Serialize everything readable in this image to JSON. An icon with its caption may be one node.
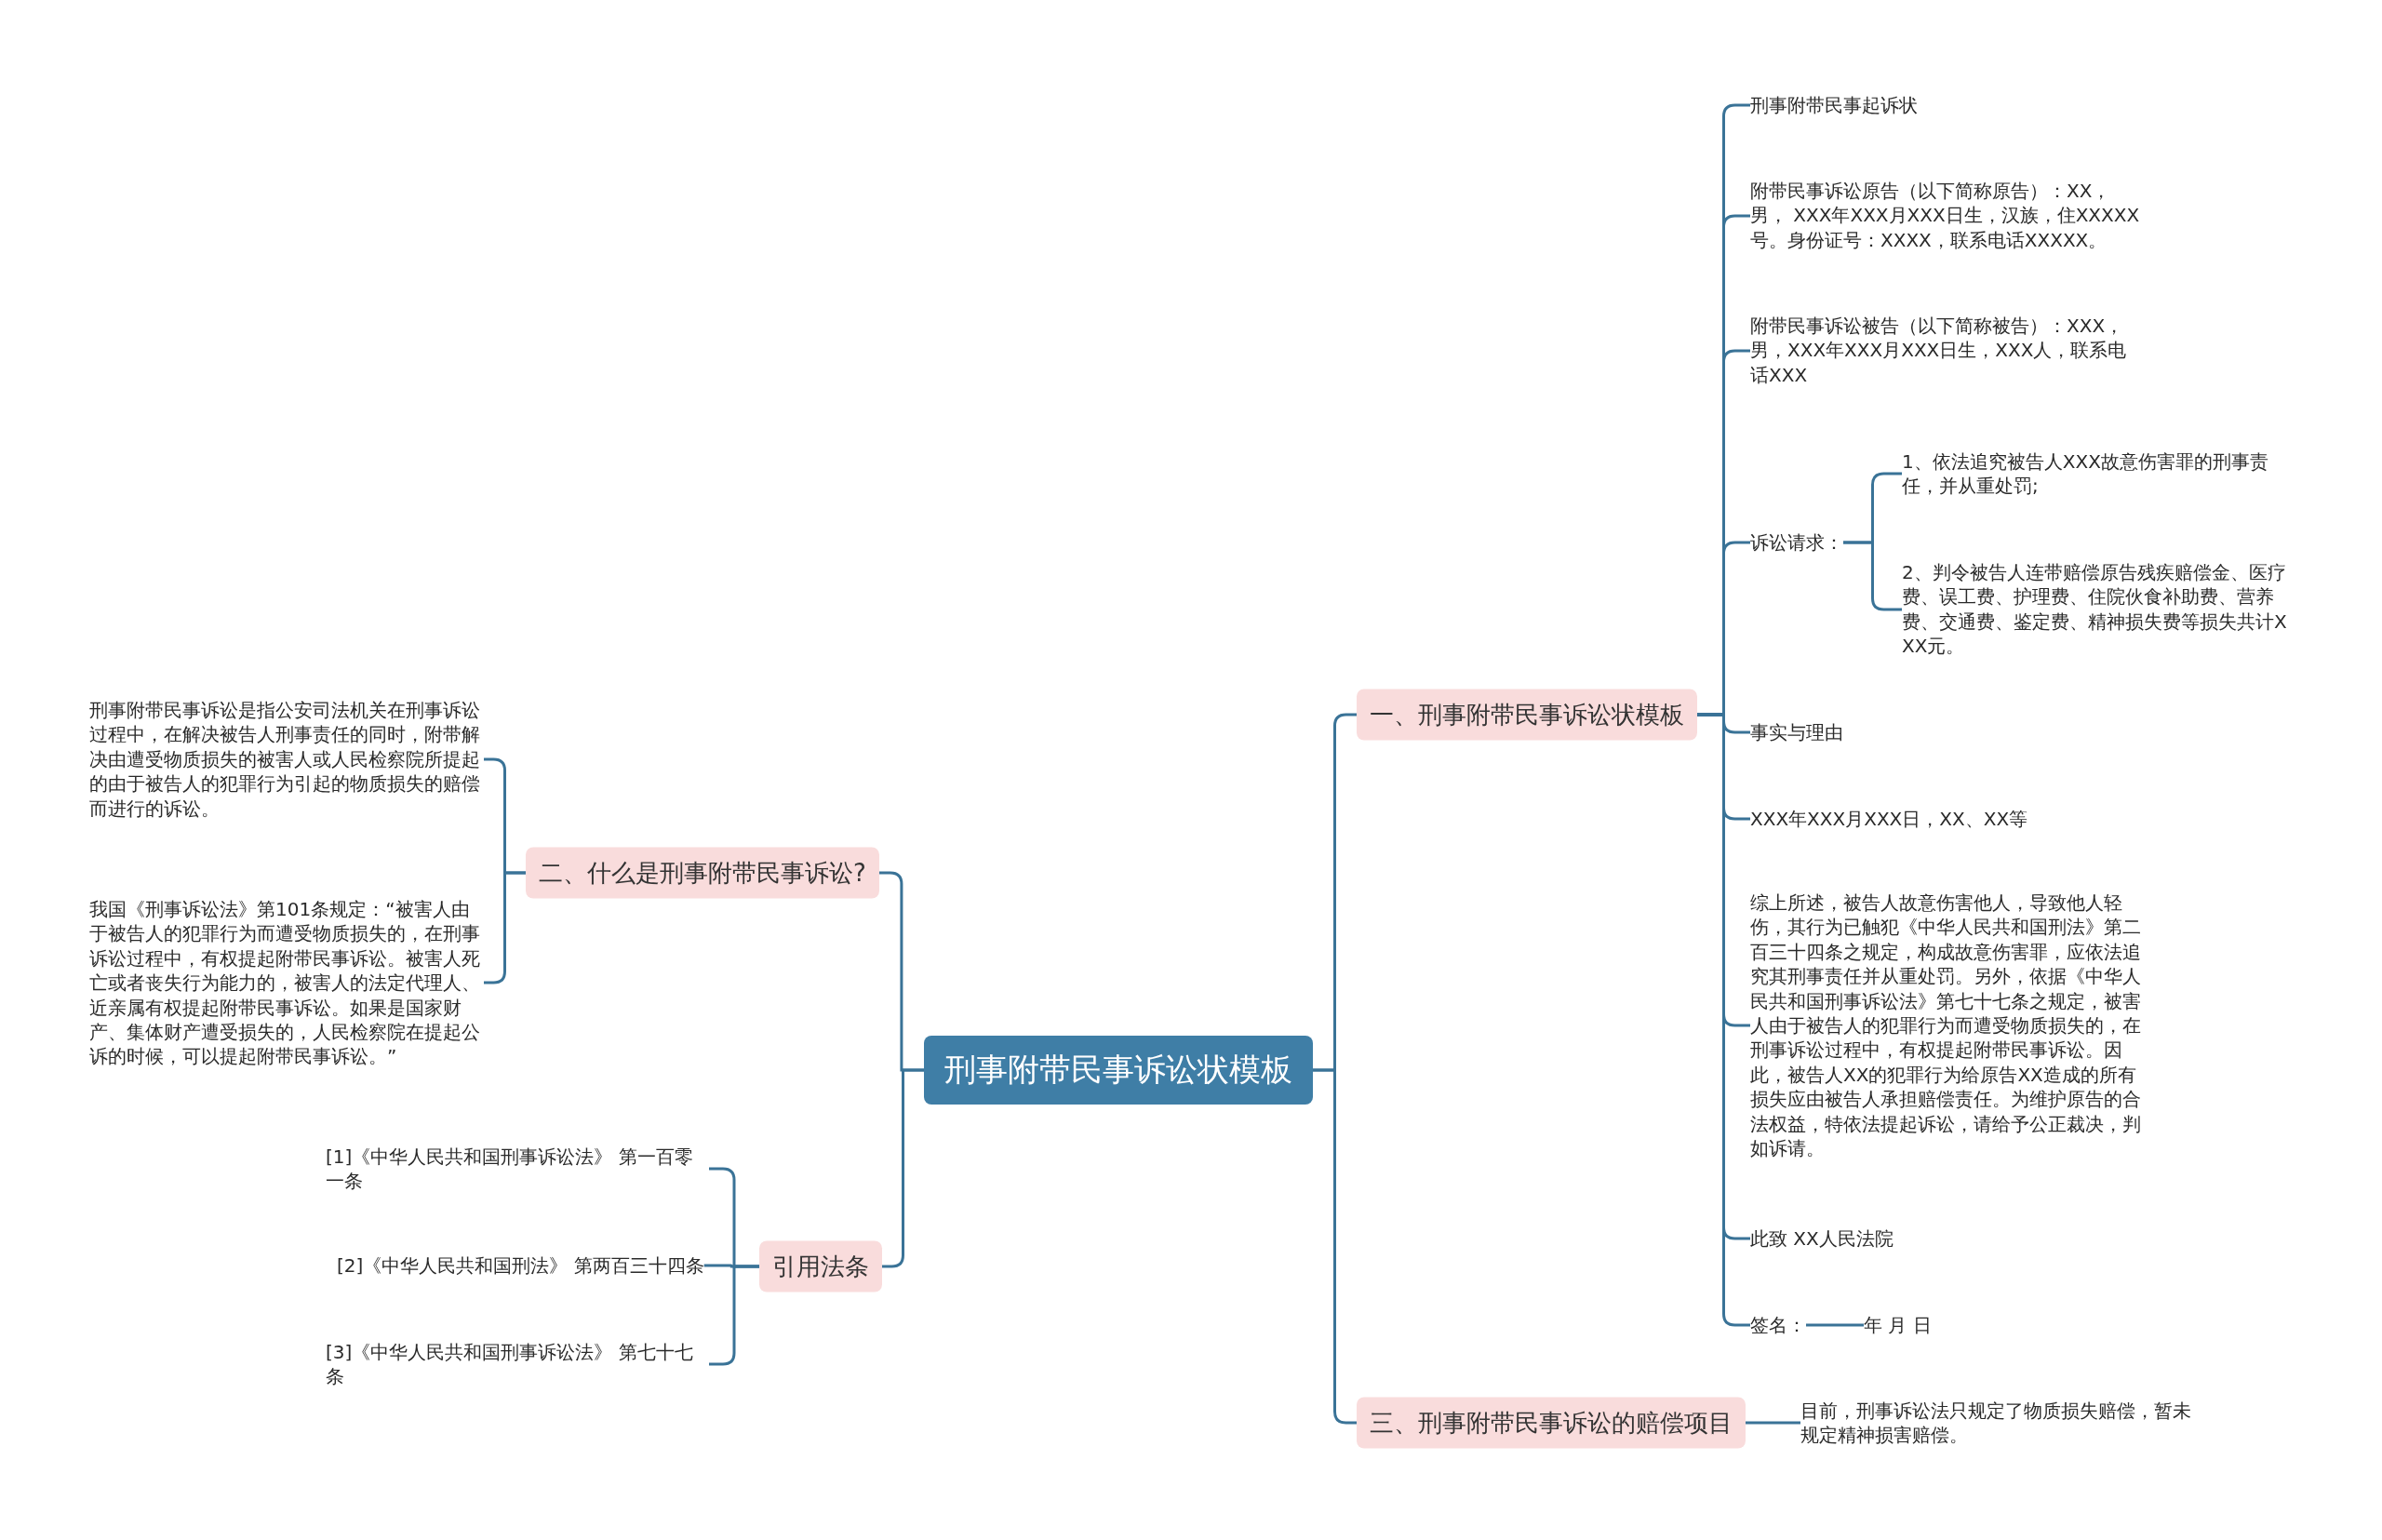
{
  "diagram": {
    "nodes": [
      {
        "text": [
          "刑事附带民事诉讼状模板"
        ]
      },
      {
        "text": [
          "一、刑事附带民事诉讼状模板"
        ]
      },
      {
        "text": [
          "刑事附带民事起诉状"
        ]
      },
      {
        "text": [
          "附带民事诉讼原告（以下简称原告）：XX，男， XXX年XXX月XXX日生，汉族，住XXXXX号。身份证号：XXXX，联系电话XXXXX。"
        ]
      },
      {
        "text": [
          "附带民事诉讼被告（以下简称被告）：XXX，男，XXX年XXX月XXX日生，XXX人，联系电话XXX"
        ]
      },
      {
        "text": [
          "诉讼请求："
        ]
      },
      {
        "text": [
          "1、依法追究被告人XXX故意伤害罪的刑事责任，并从重处罚;"
        ]
      },
      {
        "text": [
          "2、判令被告人连带赔偿原告残疾赔偿金、医疗费、误工费、护理费、住院伙食补助费、营养费、交通费、鉴定费、精神损失费等损失共计XXX元。"
        ]
      },
      {
        "text": [
          "事实与理由"
        ]
      },
      {
        "text": [
          "XXX年XXX月XXX日，XX、XX等"
        ]
      },
      {
        "text": [
          "综上所述，被告人故意伤害他人，导致他人轻伤，其行为已触犯《中华人民共和国刑法》第二百三十四条之规定，构成故意伤害罪，应依法追究其刑事责任并从重处罚。另外，依据《中华人民共和国刑事诉讼法》第七十七条之规定，被害人由于被告人的犯罪行为而遭受物质损失的，在刑事诉讼过程中，有权提起附带民事诉讼。因此，被告人XX的犯罪行为给原告XX造成的所有损失应由被告人承担赔偿责任。为维护原告的合法权益，特依法提起诉讼，请给予公正裁决，判如诉请。"
        ]
      },
      {
        "text": [
          "此致 XX人民法院"
        ]
      },
      {
        "text": [
          "签名："
        ]
      },
      {
        "text": [
          "年 月 日"
        ]
      },
      {
        "text": [
          "三、刑事附带民事诉讼的赔偿项目"
        ]
      },
      {
        "text": [
          "目前，刑事诉讼法只规定了物质损失赔偿，暂未规定精神损害赔偿。"
        ]
      },
      {
        "text": [
          "二、什么是刑事附带民事诉讼?"
        ]
      },
      {
        "text": [
          "刑事附带民事诉讼是指公安司法机关在刑事诉讼过程中，在解决被告人刑事责任的同时，附带解决由遭受物质损失的被害人或人民检察院所提起的由于被告人的犯罪行为引起的物质损失的赔偿而进行的诉讼。"
        ]
      },
      {
        "text": [
          "我国《刑事诉讼法》第101条规定：“被害人由于被告人的犯罪行为而遭受物质损失的，在刑事诉讼过程中，有权提起附带民事诉讼。被害人死亡或者丧失行为能力的，被害人的法定代理人、近亲属有权提起附带民事诉讼。如果是国家财产、集体财产遭受损失的，人民检察院在提起公诉的时候，可以提起附带民事诉讼。”"
        ]
      },
      {
        "text": [
          "引用法条"
        ]
      },
      {
        "text": [
          "[1]《中华人民共和国刑事诉讼法》 第一百零一条"
        ]
      },
      {
        "text": [
          "[2]《中华人民共和国刑法》 第两百三十四条"
        ]
      },
      {
        "text": [
          "[3]《中华人民共和国刑事诉讼法》 第七十七条"
        ]
      }
    ],
    "edges": [
      {
        "from": 0,
        "to": 1,
        "arrow": "none"
      },
      {
        "from": 0,
        "to": 14,
        "arrow": "none"
      },
      {
        "from": 0,
        "to": 16,
        "arrow": "none"
      },
      {
        "from": 0,
        "to": 19,
        "arrow": "none"
      },
      {
        "from": 1,
        "to": 2,
        "arrow": "none"
      },
      {
        "from": 1,
        "to": 3,
        "arrow": "none"
      },
      {
        "from": 1,
        "to": 4,
        "arrow": "none"
      },
      {
        "from": 1,
        "to": 5,
        "arrow": "none"
      },
      {
        "from": 5,
        "to": 6,
        "arrow": "none"
      },
      {
        "from": 5,
        "to": 7,
        "arrow": "none"
      },
      {
        "from": 1,
        "to": 8,
        "arrow": "none"
      },
      {
        "from": 1,
        "to": 9,
        "arrow": "none"
      },
      {
        "from": 1,
        "to": 10,
        "arrow": "none"
      },
      {
        "from": 1,
        "to": 11,
        "arrow": "none"
      },
      {
        "from": 1,
        "to": 12,
        "arrow": "none"
      },
      {
        "from": 12,
        "to": 13,
        "arrow": "none"
      },
      {
        "from": 14,
        "to": 15,
        "arrow": "none"
      },
      {
        "from": 16,
        "to": 17,
        "arrow": "none"
      },
      {
        "from": 16,
        "to": 18,
        "arrow": "none"
      },
      {
        "from": 19,
        "to": 20,
        "arrow": "none"
      },
      {
        "from": 19,
        "to": 21,
        "arrow": "none"
      },
      {
        "from": 19,
        "to": 22,
        "arrow": "none"
      }
    ]
  }
}
